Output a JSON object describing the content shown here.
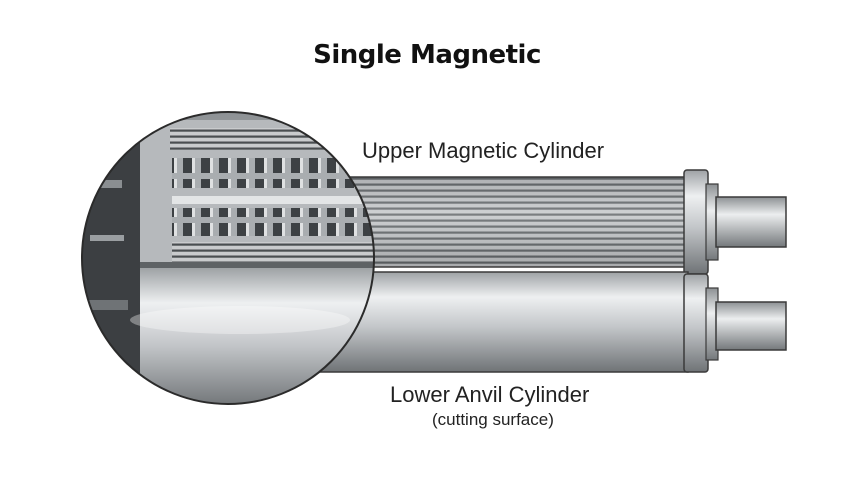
{
  "title": "Single Magnetic",
  "labels": {
    "upper_cylinder": "Upper Magnetic Cylinder",
    "lower_cylinder": "Lower Anvil Cylinder",
    "lower_cylinder_note": "(cutting surface)"
  },
  "colors": {
    "background": "#ffffff",
    "steel_light": "#e6e8ea",
    "steel_mid": "#b9bcbf",
    "steel_dark": "#6f7376",
    "outline": "#3a3a3a"
  }
}
